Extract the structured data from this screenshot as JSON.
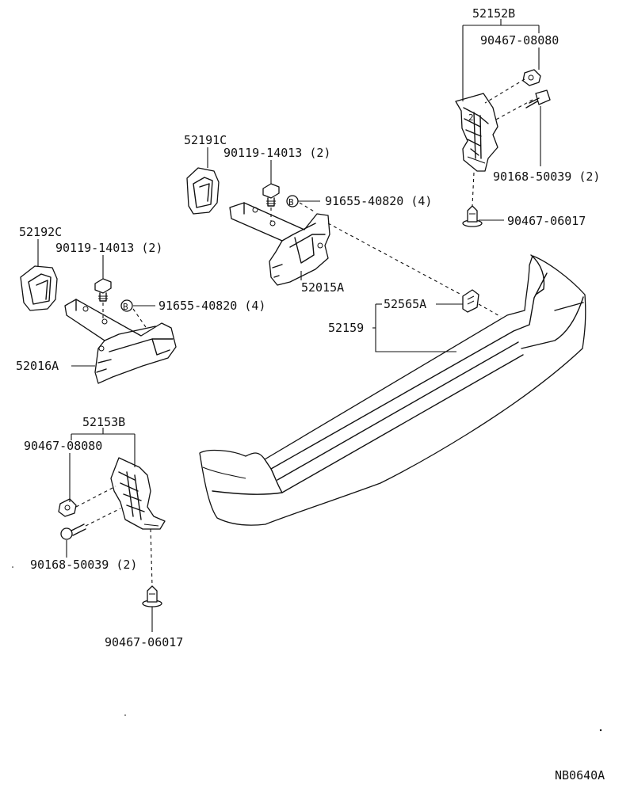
{
  "labels": {
    "p52152B": "52152B",
    "p90467_08080_r": "90467-08080",
    "p90168_50039_r": "90168-50039 (2)",
    "p90467_06017_r": "90467-06017",
    "p52191C": "52191C",
    "p90119_14013_c": "90119-14013 (2)",
    "p91655_40820_c": "91655-40820 (4)",
    "p52015A": "52015A",
    "p52192C": "52192C",
    "p90119_14013_l": "90119-14013 (2)",
    "p91655_40820_l": "91655-40820 (4)",
    "p52016A": "52016A",
    "p52565A": "52565A",
    "p52159": "52159",
    "p52153B": "52153B",
    "p90467_08080_l": "90467-08080",
    "p90168_50039_l": "90168-50039 (2)",
    "p90467_06017_l": "90467-06017",
    "drawing_no": "NB0640A"
  },
  "washer_mark": "B"
}
